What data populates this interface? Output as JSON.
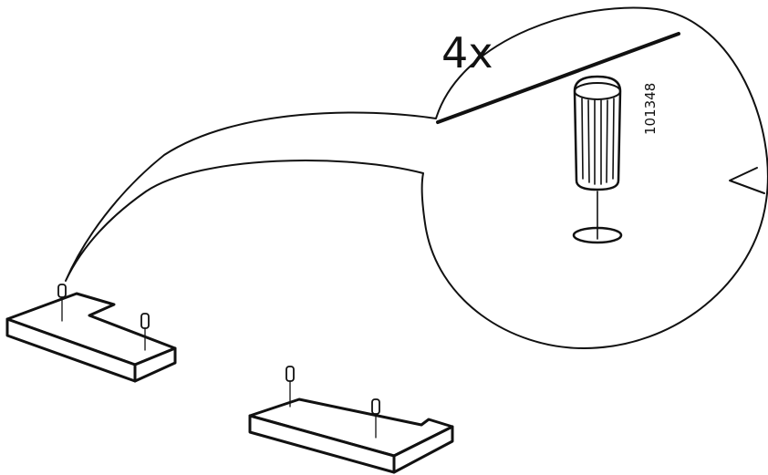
{
  "instruction": {
    "quantity_label": "4x",
    "part_number": "101348"
  },
  "parts": {
    "fastener": "wooden-dowel",
    "count_in_scene": 4
  },
  "colors": {
    "ink": "#111111",
    "paper": "#ffffff"
  }
}
